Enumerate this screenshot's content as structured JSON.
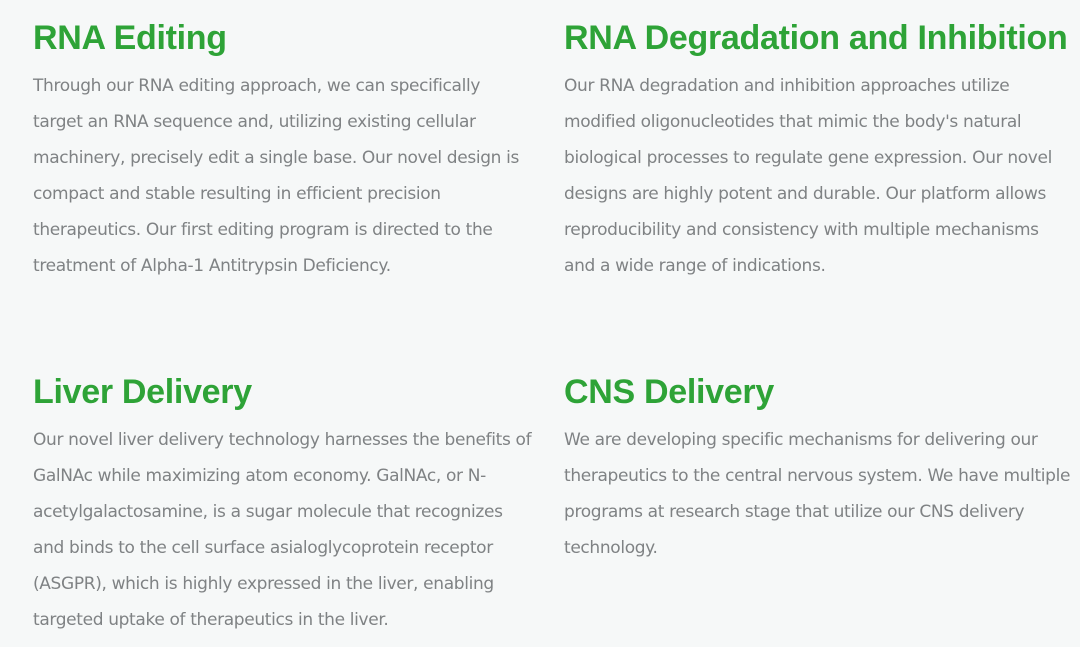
{
  "colors": {
    "heading": "#2ea337",
    "body_text": "#7f8284",
    "background": "#f6f8f8"
  },
  "sections": [
    {
      "title": "RNA Editing",
      "body": "Through our RNA editing approach, we can specifically target an RNA sequence and, utilizing existing cellular machinery, precisely edit a single base. Our novel design is compact and stable resulting in efficient precision therapeutics. Our first editing program is directed to the treatment of Alpha-1 Antitrypsin Deficiency."
    },
    {
      "title": "RNA Degradation and Inhibition",
      "body": "Our RNA degradation and inhibition approaches utilize modified oligonucleotides that mimic the body's natural biological processes to regulate gene expression. Our novel designs are highly potent and durable. Our platform allows reproducibility and consistency with multiple mechanisms and a wide range of indications."
    },
    {
      "title": "Liver Delivery",
      "body": "Our novel liver delivery technology harnesses the benefits of GalNAc while maximizing atom economy. GalNAc, or N-acetylgalactosamine, is a sugar molecule that recognizes and binds to the cell surface asialoglycoprotein receptor (ASGPR), which is highly expressed in the liver, enabling targeted uptake of therapeutics in the liver."
    },
    {
      "title": "CNS Delivery",
      "body": "We are developing specific mechanisms for delivering our therapeutics to the central nervous system. We have multiple programs at research stage that utilize our CNS delivery technology."
    }
  ]
}
